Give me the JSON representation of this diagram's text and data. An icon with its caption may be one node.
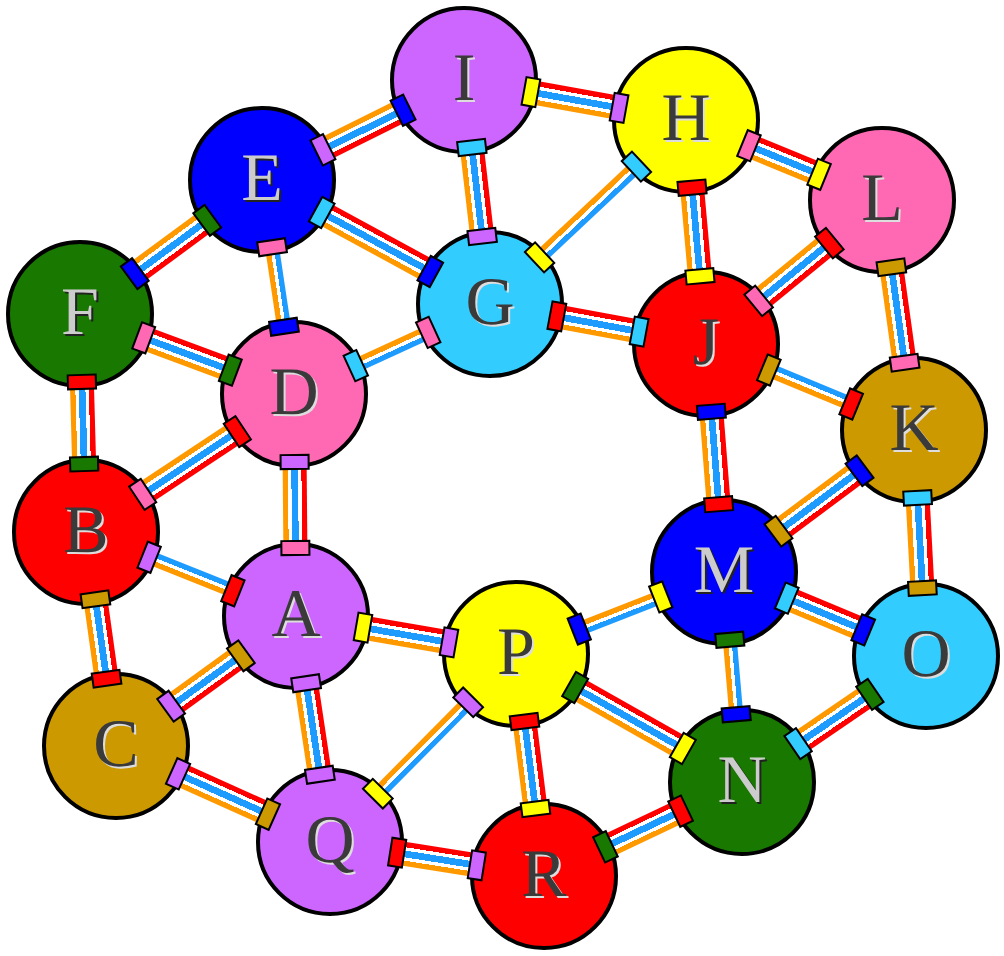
{
  "diagram": {
    "nodes": [
      {
        "text": [
          "I"
        ]
      },
      {
        "text": [
          "H"
        ]
      },
      {
        "text": [
          "E"
        ]
      },
      {
        "text": [
          "L"
        ]
      },
      {
        "text": [
          "G"
        ]
      },
      {
        "text": [
          "F"
        ]
      },
      {
        "text": [
          "J"
        ]
      },
      {
        "text": [
          "D"
        ]
      },
      {
        "text": [
          "K"
        ]
      },
      {
        "text": [
          "B"
        ]
      },
      {
        "text": [
          "M"
        ]
      },
      {
        "text": [
          "A"
        ]
      },
      {
        "text": [
          "P"
        ]
      },
      {
        "text": [
          "O"
        ]
      },
      {
        "text": [
          "C"
        ]
      },
      {
        "text": [
          "N"
        ]
      },
      {
        "text": [
          "Q"
        ]
      },
      {
        "text": [
          "R"
        ]
      }
    ],
    "edges": [
      {
        "from": 0,
        "to": 2,
        "arrow": "other",
        "style": "thick"
      },
      {
        "from": 0,
        "to": 1,
        "arrow": "other",
        "style": "thick"
      },
      {
        "from": 0,
        "to": 4,
        "arrow": "other",
        "style": "thick"
      },
      {
        "from": 1,
        "to": 3,
        "arrow": "other",
        "style": "thick"
      },
      {
        "from": 1,
        "to": 6,
        "arrow": "other",
        "style": "thick"
      },
      {
        "from": 1,
        "to": 4,
        "arrow": "other"
      },
      {
        "from": 2,
        "to": 5,
        "arrow": "other",
        "style": "thick"
      },
      {
        "from": 2,
        "to": 4,
        "arrow": "other",
        "style": "thick"
      },
      {
        "from": 2,
        "to": 7,
        "arrow": "other"
      },
      {
        "from": 3,
        "to": 6,
        "arrow": "other",
        "style": "thick"
      },
      {
        "from": 3,
        "to": 8,
        "arrow": "other",
        "style": "thick"
      },
      {
        "from": 4,
        "to": 6,
        "arrow": "other",
        "style": "thick"
      },
      {
        "from": 4,
        "to": 7,
        "arrow": "other"
      },
      {
        "from": 5,
        "to": 7,
        "arrow": "other",
        "style": "thick"
      },
      {
        "from": 5,
        "to": 9,
        "arrow": "other",
        "style": "thick"
      },
      {
        "from": 6,
        "to": 8,
        "arrow": "other"
      },
      {
        "from": 6,
        "to": 10,
        "arrow": "other",
        "style": "thick"
      },
      {
        "from": 7,
        "to": 9,
        "arrow": "other",
        "style": "thick"
      },
      {
        "from": 7,
        "to": 11,
        "arrow": "other",
        "style": "thick"
      },
      {
        "from": 8,
        "to": 10,
        "arrow": "other",
        "style": "thick"
      },
      {
        "from": 8,
        "to": 13,
        "arrow": "other",
        "style": "thick"
      },
      {
        "from": 9,
        "to": 11,
        "arrow": "other"
      },
      {
        "from": 9,
        "to": 14,
        "arrow": "other",
        "style": "thick"
      },
      {
        "from": 10,
        "to": 12,
        "arrow": "other"
      },
      {
        "from": 10,
        "to": 13,
        "arrow": "other",
        "style": "thick"
      },
      {
        "from": 10,
        "to": 15,
        "arrow": "other"
      },
      {
        "from": 11,
        "to": 12,
        "arrow": "other",
        "style": "thick"
      },
      {
        "from": 11,
        "to": 14,
        "arrow": "other",
        "style": "thick"
      },
      {
        "from": 11,
        "to": 16,
        "arrow": "other",
        "style": "thick"
      },
      {
        "from": 12,
        "to": 15,
        "arrow": "other",
        "style": "thick"
      },
      {
        "from": 12,
        "to": 17,
        "arrow": "other",
        "style": "thick"
      },
      {
        "from": 12,
        "to": 16,
        "arrow": "other"
      },
      {
        "from": 13,
        "to": 15,
        "arrow": "other",
        "style": "thick"
      },
      {
        "from": 14,
        "to": 16,
        "arrow": "other",
        "style": "thick"
      },
      {
        "from": 16,
        "to": 17,
        "arrow": "other",
        "style": "thick"
      },
      {
        "from": 17,
        "to": 15,
        "arrow": "other",
        "style": "thick"
      }
    ]
  }
}
